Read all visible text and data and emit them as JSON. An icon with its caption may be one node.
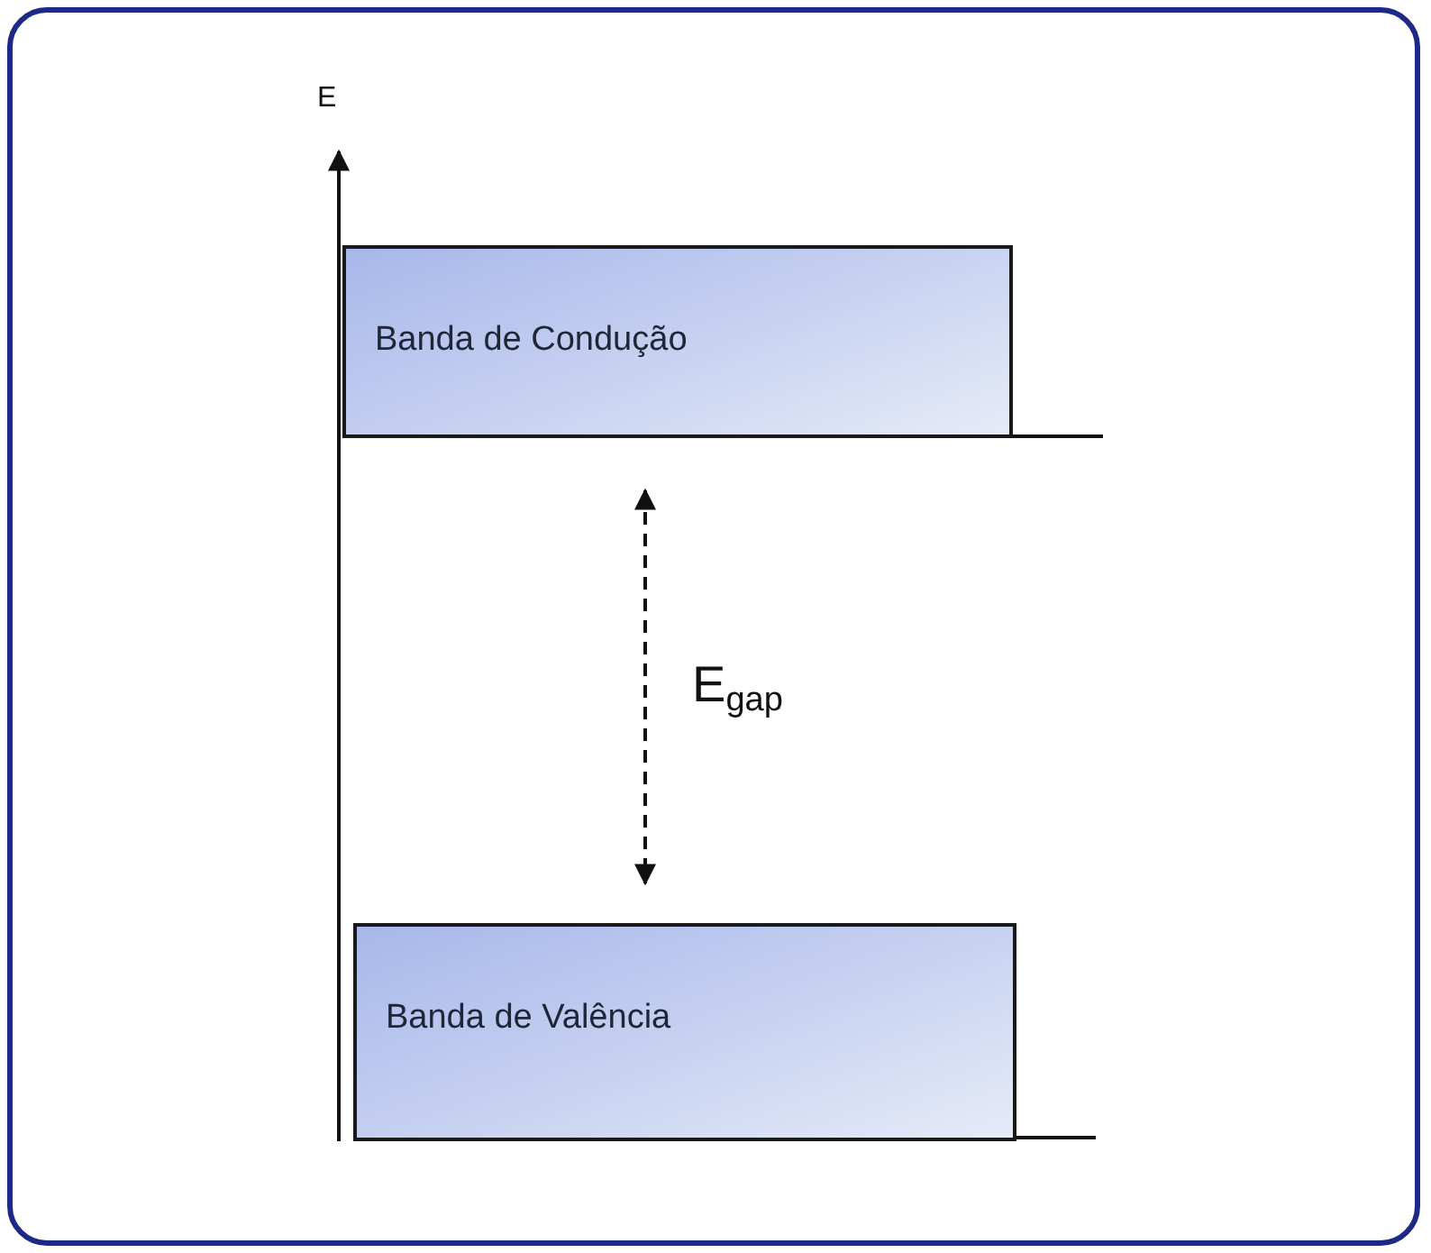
{
  "diagram": {
    "nodes": [
      {
        "text": [
          "Banda de Condução"
        ]
      },
      {
        "text": [
          "Banda de Valência"
        ]
      }
    ],
    "edges": [],
    "labels": [
      "E",
      "E$_{gap}$"
    ]
  }
}
